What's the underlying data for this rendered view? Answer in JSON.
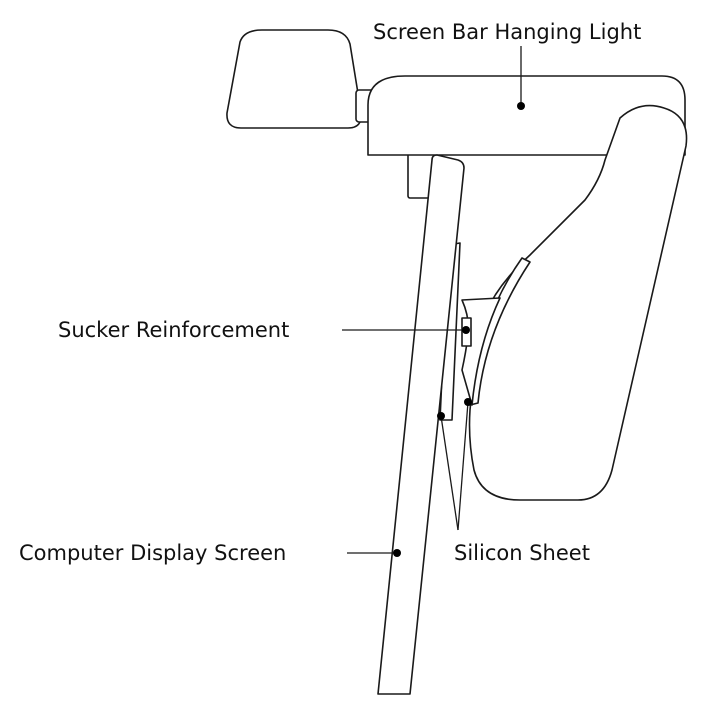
{
  "labels": {
    "screen_bar_light": "Screen Bar Hanging Light",
    "sucker_reinforcement": "Sucker Reinforcement",
    "computer_display_screen": "Computer Display Screen",
    "silicon_sheet": "Silicon Sheet"
  }
}
